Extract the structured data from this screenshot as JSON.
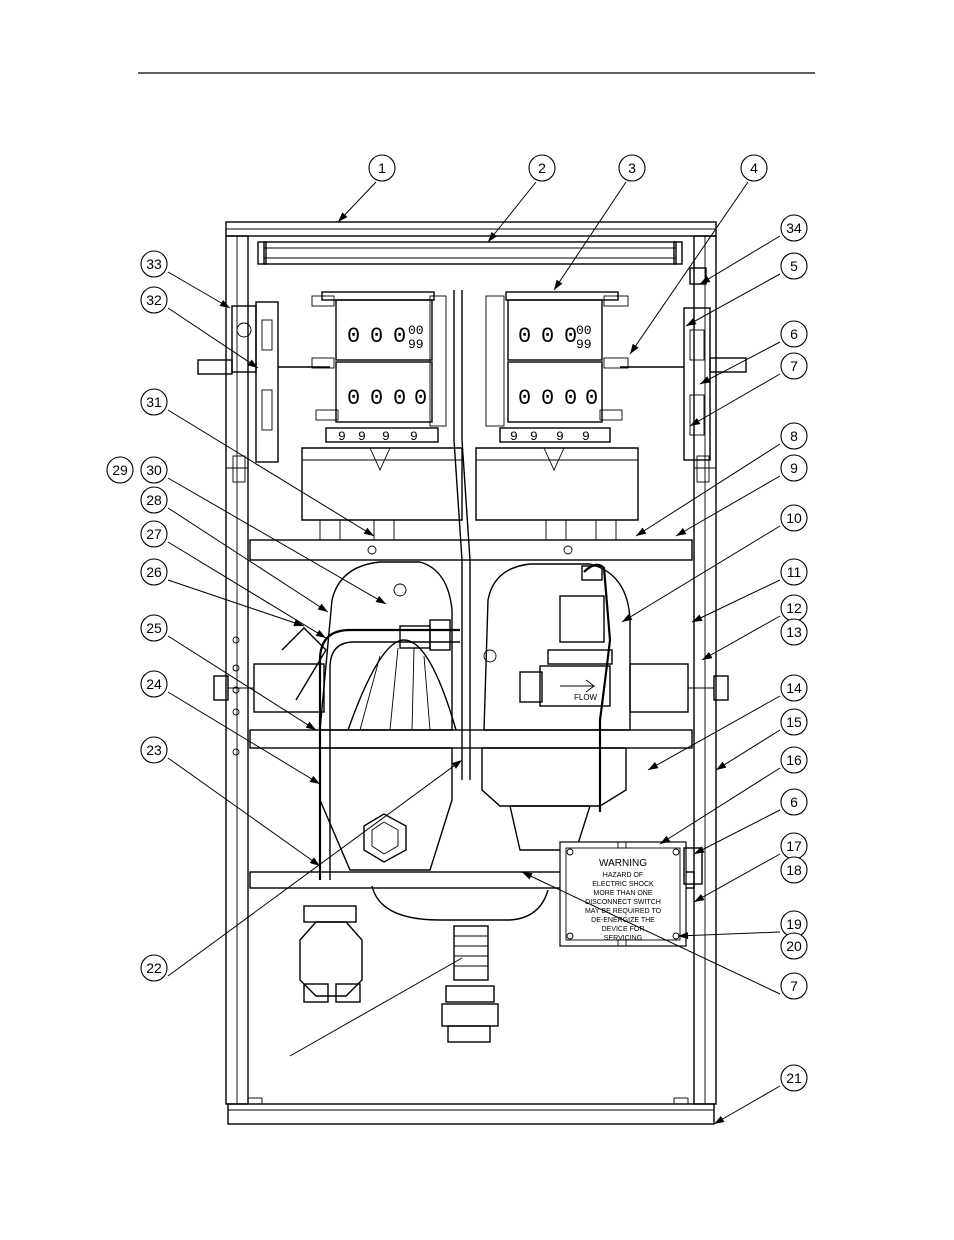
{
  "diagram": {
    "callouts": [
      "1",
      "2",
      "3",
      "4",
      "34",
      "5",
      "6",
      "7",
      "8",
      "9",
      "10",
      "11",
      "12",
      "13",
      "14",
      "15",
      "16",
      "6",
      "17",
      "18",
      "19",
      "20",
      "7",
      "21",
      "33",
      "32",
      "31",
      "29",
      "30",
      "28",
      "27",
      "26",
      "25",
      "24",
      "23",
      "22"
    ],
    "register_digits": {
      "top_left": [
        "0",
        "0",
        "0",
        "00",
        "99"
      ],
      "top_right": [
        "0",
        "0",
        "0",
        "00",
        "99"
      ],
      "bottom_left": [
        "0",
        "0",
        "0",
        "0"
      ],
      "bottom_right": [
        "0",
        "0",
        "0",
        "0"
      ],
      "ppu_left": [
        "9",
        "9",
        "9",
        "9"
      ],
      "ppu_right": [
        "9",
        "9",
        "9",
        "9"
      ]
    },
    "warning_plate": {
      "title": "WARNING",
      "lines": [
        "HAZARD OF",
        "ELECTRIC SHOCK",
        "MORE THAN ONE",
        "DISCONNECT SWITCH",
        "MAY BE REQUIRED TO",
        "DE-ENERGIZE THE",
        "DEVICE FOR",
        "SERVICING"
      ]
    },
    "valve_label": "FLOW"
  }
}
